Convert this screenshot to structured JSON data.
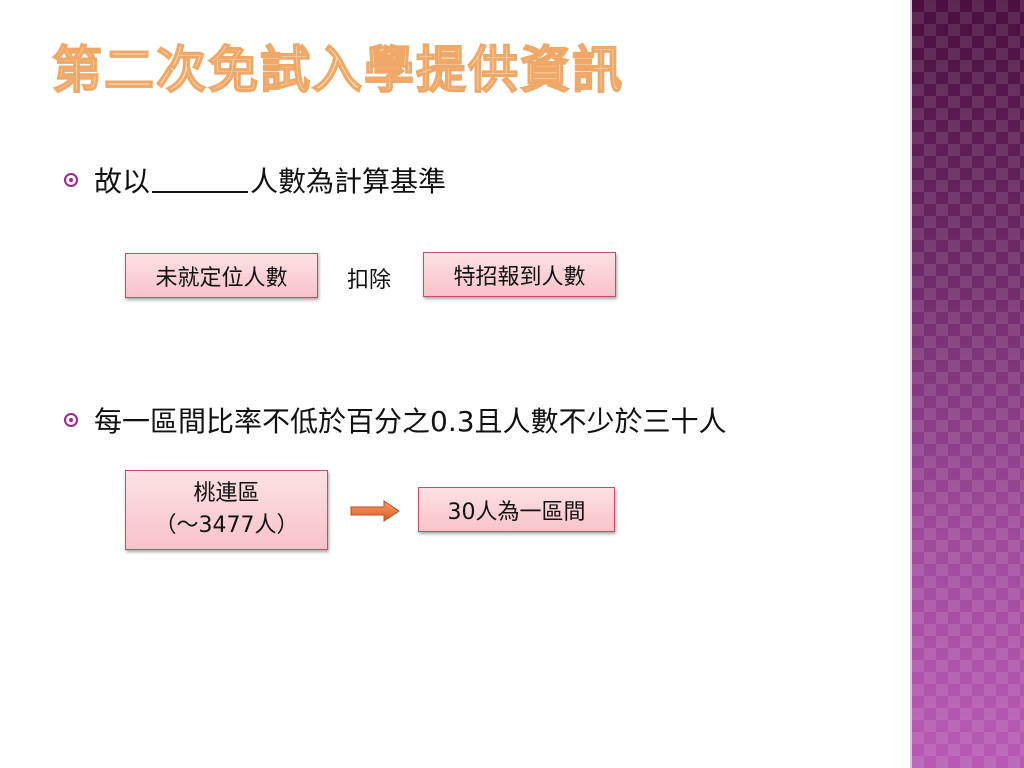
{
  "title": "第二次免試入學提供資訊",
  "bullet1": {
    "text_before": "故以",
    "text_after": "人數為計算基準"
  },
  "row1": {
    "box_left": "未就定位人數",
    "operator": "扣除",
    "box_right": "特招報到人數"
  },
  "bullet2": {
    "text": "每一區間比率不低於百分之0.3且人數不少於三十人"
  },
  "row2": {
    "box_left_line1": "桃連區",
    "box_left_line2": "（～3477人）",
    "box_right": "30人為一區間"
  },
  "colors": {
    "bullet": "#a0288c",
    "box_border": "#c74b6a",
    "box_fill": "#f7c3ca",
    "arrow": "#e0703a",
    "side_band": "#7a2f78"
  },
  "icons": {
    "bullet": "circle-dot-icon",
    "arrow": "right-arrow-icon"
  }
}
